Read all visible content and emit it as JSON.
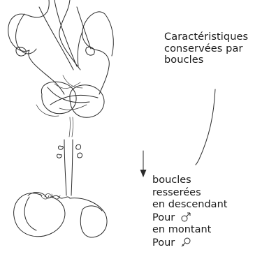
{
  "caption": {
    "line1": "Caractéristiques",
    "line2": "conservées par",
    "line3": "boucles"
  },
  "loops_note": {
    "line1": "boucles",
    "line2": "resserées",
    "line3": "en descendant",
    "line4_prefix": "Pour",
    "line4_symbol": "male-symbol-icon",
    "line5": "en montant",
    "line6_prefix": "Pour",
    "line6_symbol": "female-symbol-icon"
  },
  "arrow": {
    "direction": "down"
  },
  "colors": {
    "ink": "#2a2a2a",
    "background": "#ffffff"
  }
}
